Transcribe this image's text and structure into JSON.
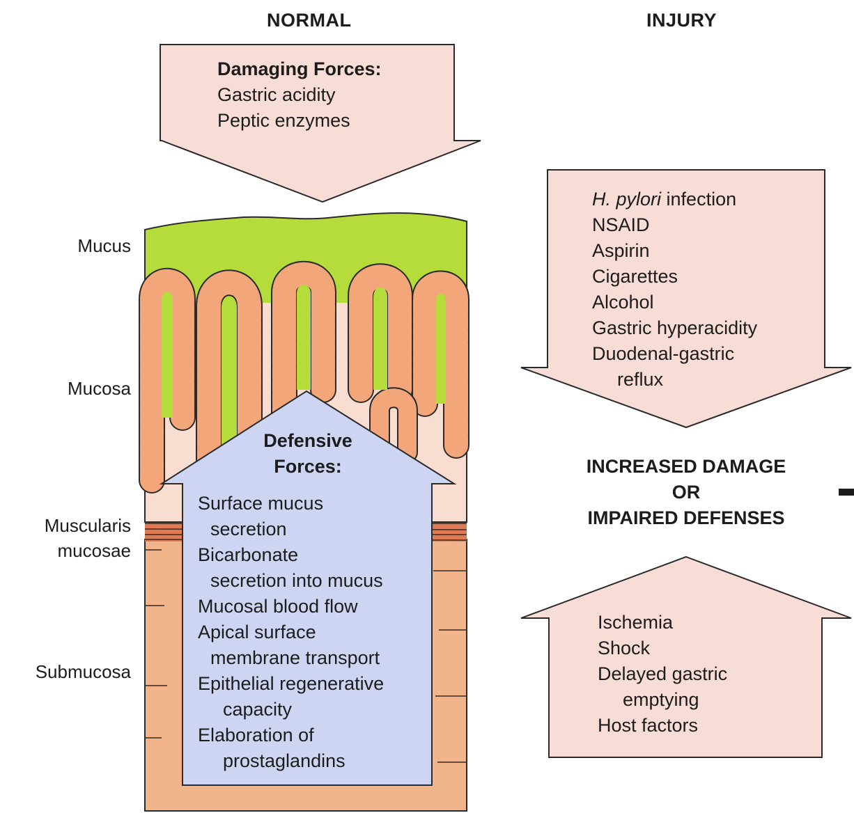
{
  "columns": {
    "normal": "NORMAL",
    "injury": "INJURY"
  },
  "damaging": {
    "title": "Damaging Forces:",
    "items": [
      "Gastric acidity",
      "Peptic enzymes"
    ]
  },
  "layers": {
    "mucus": "Mucus",
    "mucosa": "Mucosa",
    "muscularis_1": "Muscularis",
    "muscularis_2": "mucosae",
    "submucosa": "Submucosa"
  },
  "defensive": {
    "title_1": "Defensive",
    "title_2": "Forces:",
    "lines": [
      "Surface mucus",
      "secretion",
      "Bicarbonate",
      "secretion into mucus",
      "Mucosal blood flow",
      "Apical surface",
      "membrane transport",
      "Epithelial regenerative",
      "capacity",
      "Elaboration of",
      "prostaglandins"
    ]
  },
  "injury_causes": {
    "italic": "H. pylori",
    "first_rest": " infection",
    "lines": [
      "NSAID",
      "Aspirin",
      "Cigarettes",
      "Alcohol",
      "Gastric hyperacidity",
      "Duodenal-gastric",
      "reflux"
    ]
  },
  "outcome": {
    "line1": "INCREASED DAMAGE",
    "line2": "OR",
    "line3": "IMPAIRED DEFENSES"
  },
  "impaired": {
    "lines": [
      "Ischemia",
      "Shock",
      "Delayed gastric",
      "emptying",
      "Host factors"
    ]
  },
  "colors": {
    "pink_fill": "#f8dcd6",
    "mucus_green": "#b5dc3a",
    "crypt_orange": "#f3a67a",
    "lamina": "#f9ddd0",
    "muscle": "#e07a55",
    "submucosa": "#f2b48a",
    "defense_blue": "#cdd5f2",
    "stroke": "#2a2a2a"
  }
}
